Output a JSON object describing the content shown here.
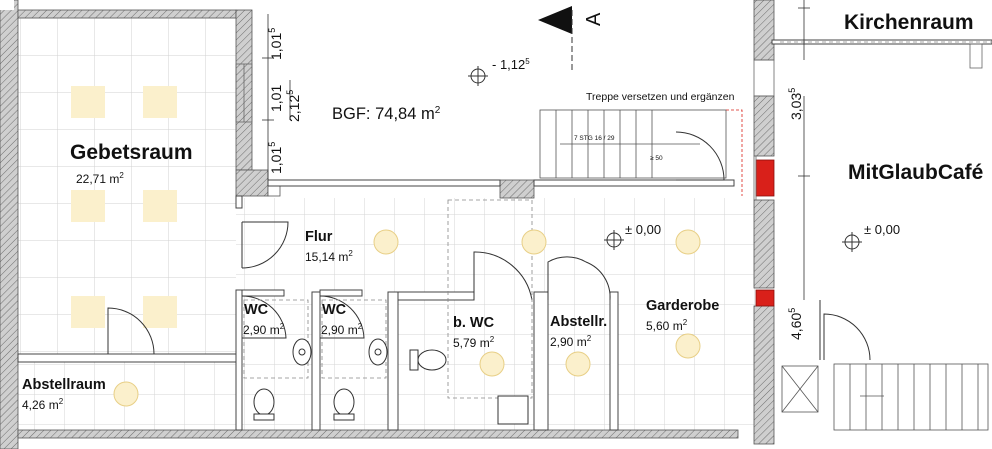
{
  "building_total": {
    "label": "BGF:",
    "value": "74,84 m",
    "unit_sup": "2"
  },
  "rooms": [
    {
      "id": "gebetsraum",
      "name": "Gebetsraum",
      "area": "22,71 m",
      "sup": "2"
    },
    {
      "id": "kirchenraum",
      "name": "Kirchenraum"
    },
    {
      "id": "mitglaubcafe",
      "name": "MitGlaubCafé"
    },
    {
      "id": "flur",
      "name": "Flur",
      "area": "15,14 m",
      "sup": "2"
    },
    {
      "id": "wc1",
      "name": "WC",
      "area": "2,90 m",
      "sup": "2"
    },
    {
      "id": "wc2",
      "name": "WC",
      "area": "2,90 m",
      "sup": "2"
    },
    {
      "id": "bwc",
      "name": "b. WC",
      "area": "5,79 m",
      "sup": "2"
    },
    {
      "id": "abstellr",
      "name": "Abstellr.",
      "area": "2,90 m",
      "sup": "2"
    },
    {
      "id": "garderobe",
      "name": "Garderobe",
      "area": "5,60 m",
      "sup": "2"
    },
    {
      "id": "abstellraum",
      "name": "Abstellraum",
      "area": "4,26 m",
      "sup": "2"
    }
  ],
  "levels": [
    {
      "text": "- 1,12",
      "sup": "5"
    },
    {
      "text": "± 0,00",
      "sup": ""
    },
    {
      "text": "± 0,00",
      "sup": ""
    }
  ],
  "dimensions": [
    {
      "text": "1,01",
      "sup": "5"
    },
    {
      "text": "1,01",
      "sup": ""
    },
    {
      "text": "2,12",
      "sup": "5"
    },
    {
      "text": "1,01",
      "sup": "5"
    },
    {
      "text": "3,03",
      "sup": "5"
    },
    {
      "text": "4,60",
      "sup": "5"
    }
  ],
  "section_marker": {
    "letter": "A"
  },
  "notes": {
    "stairs_note": "Treppe versetzen und ergänzen",
    "stairs_spec": "7 STG 16 / 29",
    "stairs_width": "≥ 50"
  },
  "colors": {
    "wall_fill": "#c9c9c9",
    "wall_hatch": "#7a7a7a",
    "light_fill": "#fbf0cc",
    "light_stroke": "#e8cf86",
    "red_fill": "#d9201a",
    "grid": "#d4d4d4"
  }
}
